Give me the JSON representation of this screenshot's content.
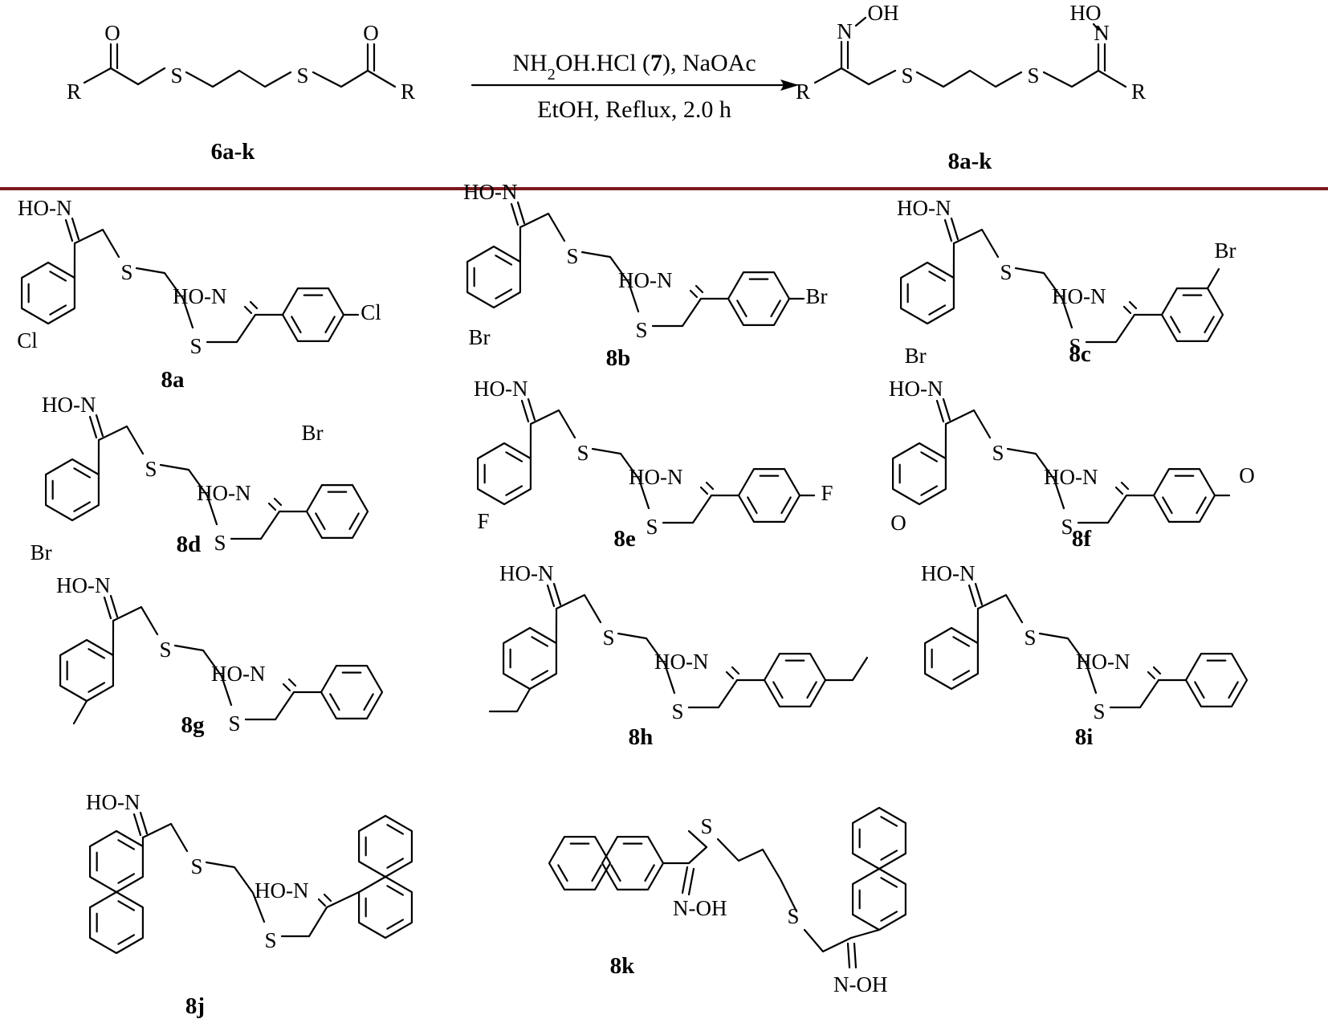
{
  "colors": {
    "separator": "#7b1a1e",
    "ink": "#000000"
  },
  "reaction": {
    "reactant_label": "6a-k",
    "product_label": "8a-k",
    "conditions_line1": {
      "pre": "NH",
      "sub": "2",
      "mid": "OH.HCl (",
      "bold": "7",
      "post": "), NaOAc"
    },
    "conditions_line2": "EtOH, Reflux, 2.0 h",
    "atoms": {
      "O": "O",
      "S": "S",
      "R": "R",
      "N": "N",
      "OH": "OH",
      "HO": "HO"
    }
  },
  "compounds": [
    {
      "label": "8a",
      "sub_left": "Cl",
      "sub_right": "Cl"
    },
    {
      "label": "8b",
      "sub_left": "Br",
      "sub_right": "Br"
    },
    {
      "label": "8c",
      "sub_left": "Br",
      "sub_right": "Br"
    },
    {
      "label": "8d",
      "sub_left": "Br",
      "sub_right": "Br"
    },
    {
      "label": "8e",
      "sub_left": "F",
      "sub_right": "F"
    },
    {
      "label": "8f",
      "sub_left": "O",
      "sub_right": "O"
    },
    {
      "label": "8g"
    },
    {
      "label": "8h"
    },
    {
      "label": "8i"
    },
    {
      "label": "8j"
    },
    {
      "label": "8k",
      "oxime_text": "N-OH"
    }
  ],
  "oxime_text": "HO-N",
  "sulfur": "S"
}
